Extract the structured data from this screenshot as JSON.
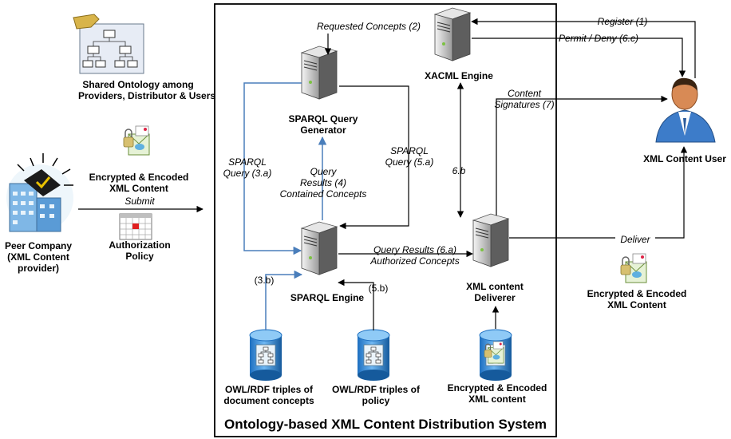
{
  "left": {
    "shared_ontology": [
      "Shared Ontology among",
      "Providers, Distributor & Users"
    ],
    "encrypted_content": [
      "Encrypted & Encoded",
      "XML Content"
    ],
    "submit": "Submit",
    "peer_company": [
      "Peer Company",
      "(XML Content",
      "provider)"
    ],
    "authorization_policy": [
      "Authorization",
      "Policy"
    ]
  },
  "system": {
    "title": "Ontology-based XML Content Distribution System",
    "sparql_query_generator": [
      "SPARQL Query",
      "Generator"
    ],
    "xacml_engine": "XACML Engine",
    "sparql_engine": "SPARQL Engine",
    "xml_content_deliverer": [
      "XML content",
      "Deliverer"
    ],
    "owl_doc": [
      "OWL/RDF triples of",
      "document concepts"
    ],
    "owl_policy": [
      "OWL/RDF triples of",
      "policy"
    ],
    "encrypted_store": [
      "Encrypted & Encoded",
      "XML content"
    ]
  },
  "edges": {
    "requested_concepts": "Requested Concepts (2)",
    "sparql_query_3a": [
      "SPARQL",
      "Query (3.a)"
    ],
    "sparql_query_5a": [
      "SPARQL",
      "Query (5.a)"
    ],
    "query_results_4": [
      "Query",
      "Results (4)",
      "Contained Concepts"
    ],
    "label_6b": "6.b",
    "query_results_6a": [
      "Query Results (6.a)",
      "Authorized Concepts"
    ],
    "label_3b": "(3.b)",
    "label_5b": "(5.b)",
    "register": "Register (1)",
    "permit_deny": "Permit / Deny (6.c)",
    "content_signatures": [
      "Content",
      "Signatures (7)"
    ],
    "deliver": "Deliver"
  },
  "right": {
    "xml_content_user": "XML Content User",
    "encrypted_content": [
      "Encrypted & Encoded",
      "XML Content"
    ]
  },
  "colors": {
    "blue_arrow": "#4a7ebb",
    "black_arrow": "#000000",
    "server": "#d9d9d9",
    "cylinder": "#3a8fd9"
  },
  "icons": [
    "folder-hierarchy-icon",
    "lock-envelope-icon",
    "building-icon",
    "calendar-icon",
    "server-icon",
    "database-icon",
    "user-icon"
  ]
}
